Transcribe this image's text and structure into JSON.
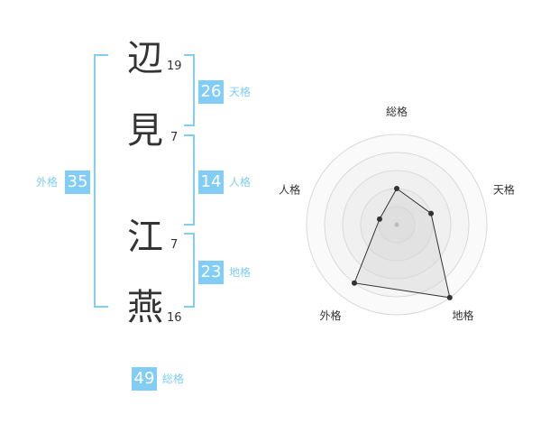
{
  "name": {
    "characters": [
      {
        "char": "辺",
        "strokes": "19"
      },
      {
        "char": "見",
        "strokes": "7"
      },
      {
        "char": "江",
        "strokes": "7"
      },
      {
        "char": "燕",
        "strokes": "16"
      }
    ]
  },
  "fortunes": {
    "tenkaku": {
      "value": "26",
      "label": "天格"
    },
    "jinkaku": {
      "value": "14",
      "label": "人格"
    },
    "chikaku": {
      "value": "23",
      "label": "地格"
    },
    "gaikaku": {
      "value": "35",
      "label": "外格"
    },
    "soukaku": {
      "value": "49",
      "label": "総格"
    }
  },
  "colors": {
    "accent": "#81cdf5",
    "text": "#333333"
  },
  "chart_data": {
    "type": "radar",
    "axes": [
      "総格",
      "天格",
      "地格",
      "外格",
      "人格"
    ],
    "values": [
      2,
      2,
      5,
      4,
      1
    ],
    "rmax": 5,
    "grid_rings": 5
  }
}
